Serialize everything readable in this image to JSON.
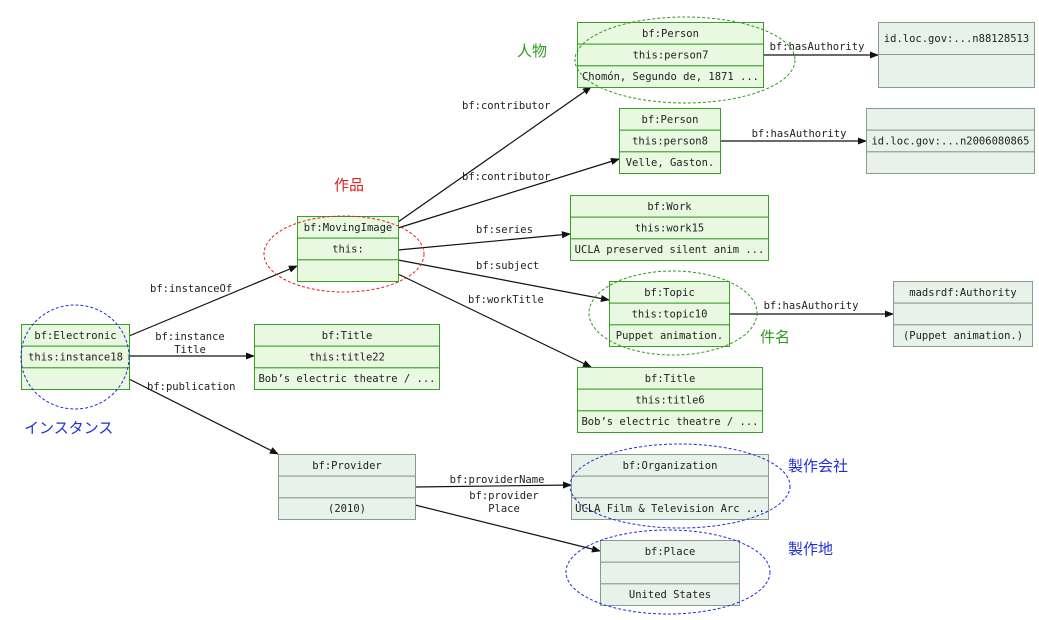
{
  "colors": {
    "green_fill": "#e9f8e0",
    "green_stroke": "#3a9e28",
    "gray_fill": "#e6f2ea",
    "gray_stroke": "#8a9a8e",
    "edge": "#111111",
    "red": "#e02020",
    "blue": "#1f2fd6",
    "green_label": "#2e9a1e"
  },
  "nodes": {
    "electronic": {
      "rows": [
        "bf:Electronic",
        "this:instance18",
        ""
      ]
    },
    "movingimage": {
      "rows": [
        "bf:MovingImage",
        "this:",
        ""
      ]
    },
    "title22": {
      "rows": [
        "bf:Title",
        "this:title22",
        "Bob’s electric theatre / ..."
      ]
    },
    "provider": {
      "rows": [
        "bf:Provider",
        "",
        "(2010)"
      ]
    },
    "person7": {
      "rows": [
        "bf:Person",
        "this:person7",
        "Chomón, Segundo de, 1871 ..."
      ]
    },
    "person8": {
      "rows": [
        "bf:Person",
        "this:person8",
        "Velle, Gaston."
      ]
    },
    "work15": {
      "rows": [
        "bf:Work",
        "this:work15",
        "UCLA preserved silent anim ..."
      ]
    },
    "topic10": {
      "rows": [
        "bf:Topic",
        "this:topic10",
        "Puppet animation."
      ]
    },
    "title6": {
      "rows": [
        "bf:Title",
        "this:title6",
        "Bob’s electric theatre / ..."
      ]
    },
    "organization": {
      "rows": [
        "bf:Organization",
        "",
        "UCLA Film & Television Arc ..."
      ]
    },
    "place": {
      "rows": [
        "bf:Place",
        "",
        "United States"
      ]
    },
    "auth7": {
      "rows": [
        "id.loc.gov:...n88128513",
        ""
      ]
    },
    "auth8": {
      "rows": [
        "",
        "id.loc.gov:...n2006080865",
        ""
      ]
    },
    "madsrdf": {
      "rows": [
        "madsrdf:Authority",
        "",
        "(Puppet animation.)"
      ]
    }
  },
  "edges": {
    "instanceOf": [
      "bf:instanceOf"
    ],
    "instanceTitle": [
      "bf:instance",
      "Title"
    ],
    "publication": [
      "bf:publication"
    ],
    "contributor1": [
      "bf:contributor"
    ],
    "contributor2": [
      "bf:contributor"
    ],
    "series": [
      "bf:series"
    ],
    "subject": [
      "bf:subject"
    ],
    "workTitle": [
      "bf:workTitle"
    ],
    "hasAuthority1": [
      "bf:hasAuthority"
    ],
    "hasAuthority2": [
      "bf:hasAuthority"
    ],
    "hasAuthority3": [
      "bf:hasAuthority"
    ],
    "providerName": [
      "bf:providerName"
    ],
    "providerPlace": [
      "bf:provider",
      "Place"
    ]
  },
  "annotations": {
    "instance": "インスタンス",
    "work": "作品",
    "person": "人物",
    "subject": "件名",
    "company": "製作会社",
    "place": "製作地"
  }
}
